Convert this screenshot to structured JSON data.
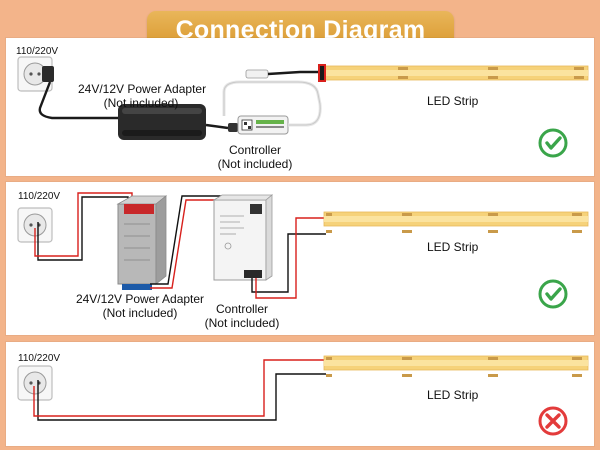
{
  "title": "Connection Diagram",
  "sections": [
    {
      "voltage_label": "110/220V",
      "adapter_label_line1": "24V/12V Power Adapter",
      "adapter_label_line2": "(Not included)",
      "controller_label_line1": "Controller",
      "controller_label_line2": "(Not included)",
      "strip_label": "LED Strip",
      "status": "correct"
    },
    {
      "voltage_label": "110/220V",
      "adapter_label_line1": "24V/12V Power Adapter",
      "adapter_label_line2": "(Not included)",
      "controller_label_line1": "Controller",
      "controller_label_line2": "(Not included)",
      "strip_label": "LED Strip",
      "status": "correct"
    },
    {
      "voltage_label": "110/220V",
      "strip_label": "LED Strip",
      "status": "wrong"
    }
  ],
  "colors": {
    "background": "#f3b48a",
    "banner": "#dfa23a",
    "check": "#3aa54a",
    "cross": "#e33b3b",
    "strip": "#f6d27a",
    "wire_red": "#d8201c",
    "wire_black": "#111111"
  },
  "icons": {
    "correct": "check-circle-icon",
    "wrong": "cross-circle-icon",
    "socket": "wall-socket-icon"
  }
}
